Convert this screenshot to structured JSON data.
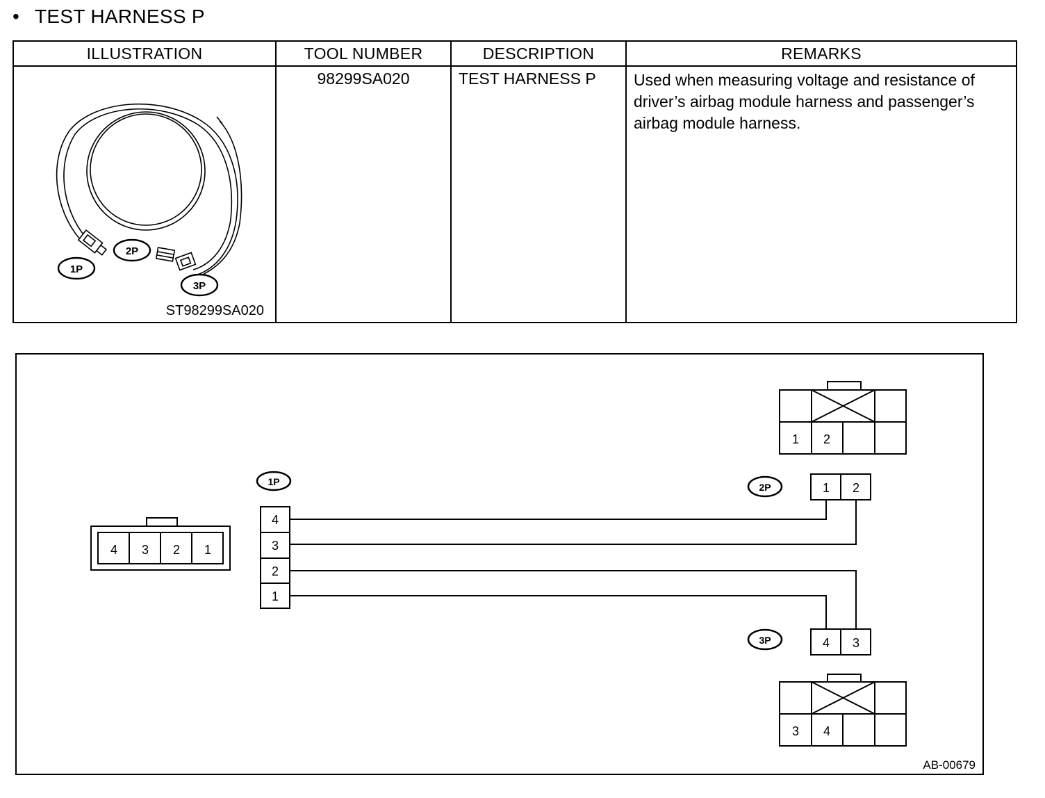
{
  "heading": {
    "bullet": "•",
    "text": "TEST HARNESS P"
  },
  "table": {
    "headers": [
      "ILLUSTRATION",
      "TOOL NUMBER",
      "DESCRIPTION",
      "REMARKS"
    ],
    "row": {
      "tool_number": "98299SA020",
      "description": "TEST HARNESS P",
      "remarks": "Used when measuring voltage and resistance of driver’s airbag module harness and passenger’s airbag module harness.",
      "illustration_code": "ST98299SA020"
    },
    "illustration_labels": {
      "c1": "1P",
      "c2": "2P",
      "c3": "3P"
    }
  },
  "diagram": {
    "figure_code": "AB-00679",
    "labels": {
      "c1": "1P",
      "c2": "2P",
      "c3": "3P"
    },
    "face_1p": [
      "4",
      "3",
      "2",
      "1"
    ],
    "strip_1p": [
      "4",
      "3",
      "2",
      "1"
    ],
    "conn_2p": [
      "1",
      "2"
    ],
    "conn_3p": [
      "4",
      "3"
    ],
    "face_2p": [
      "1",
      "2"
    ],
    "face_3p": [
      "3",
      "4"
    ],
    "colors": {
      "line": "#000000",
      "background": "#ffffff"
    }
  }
}
